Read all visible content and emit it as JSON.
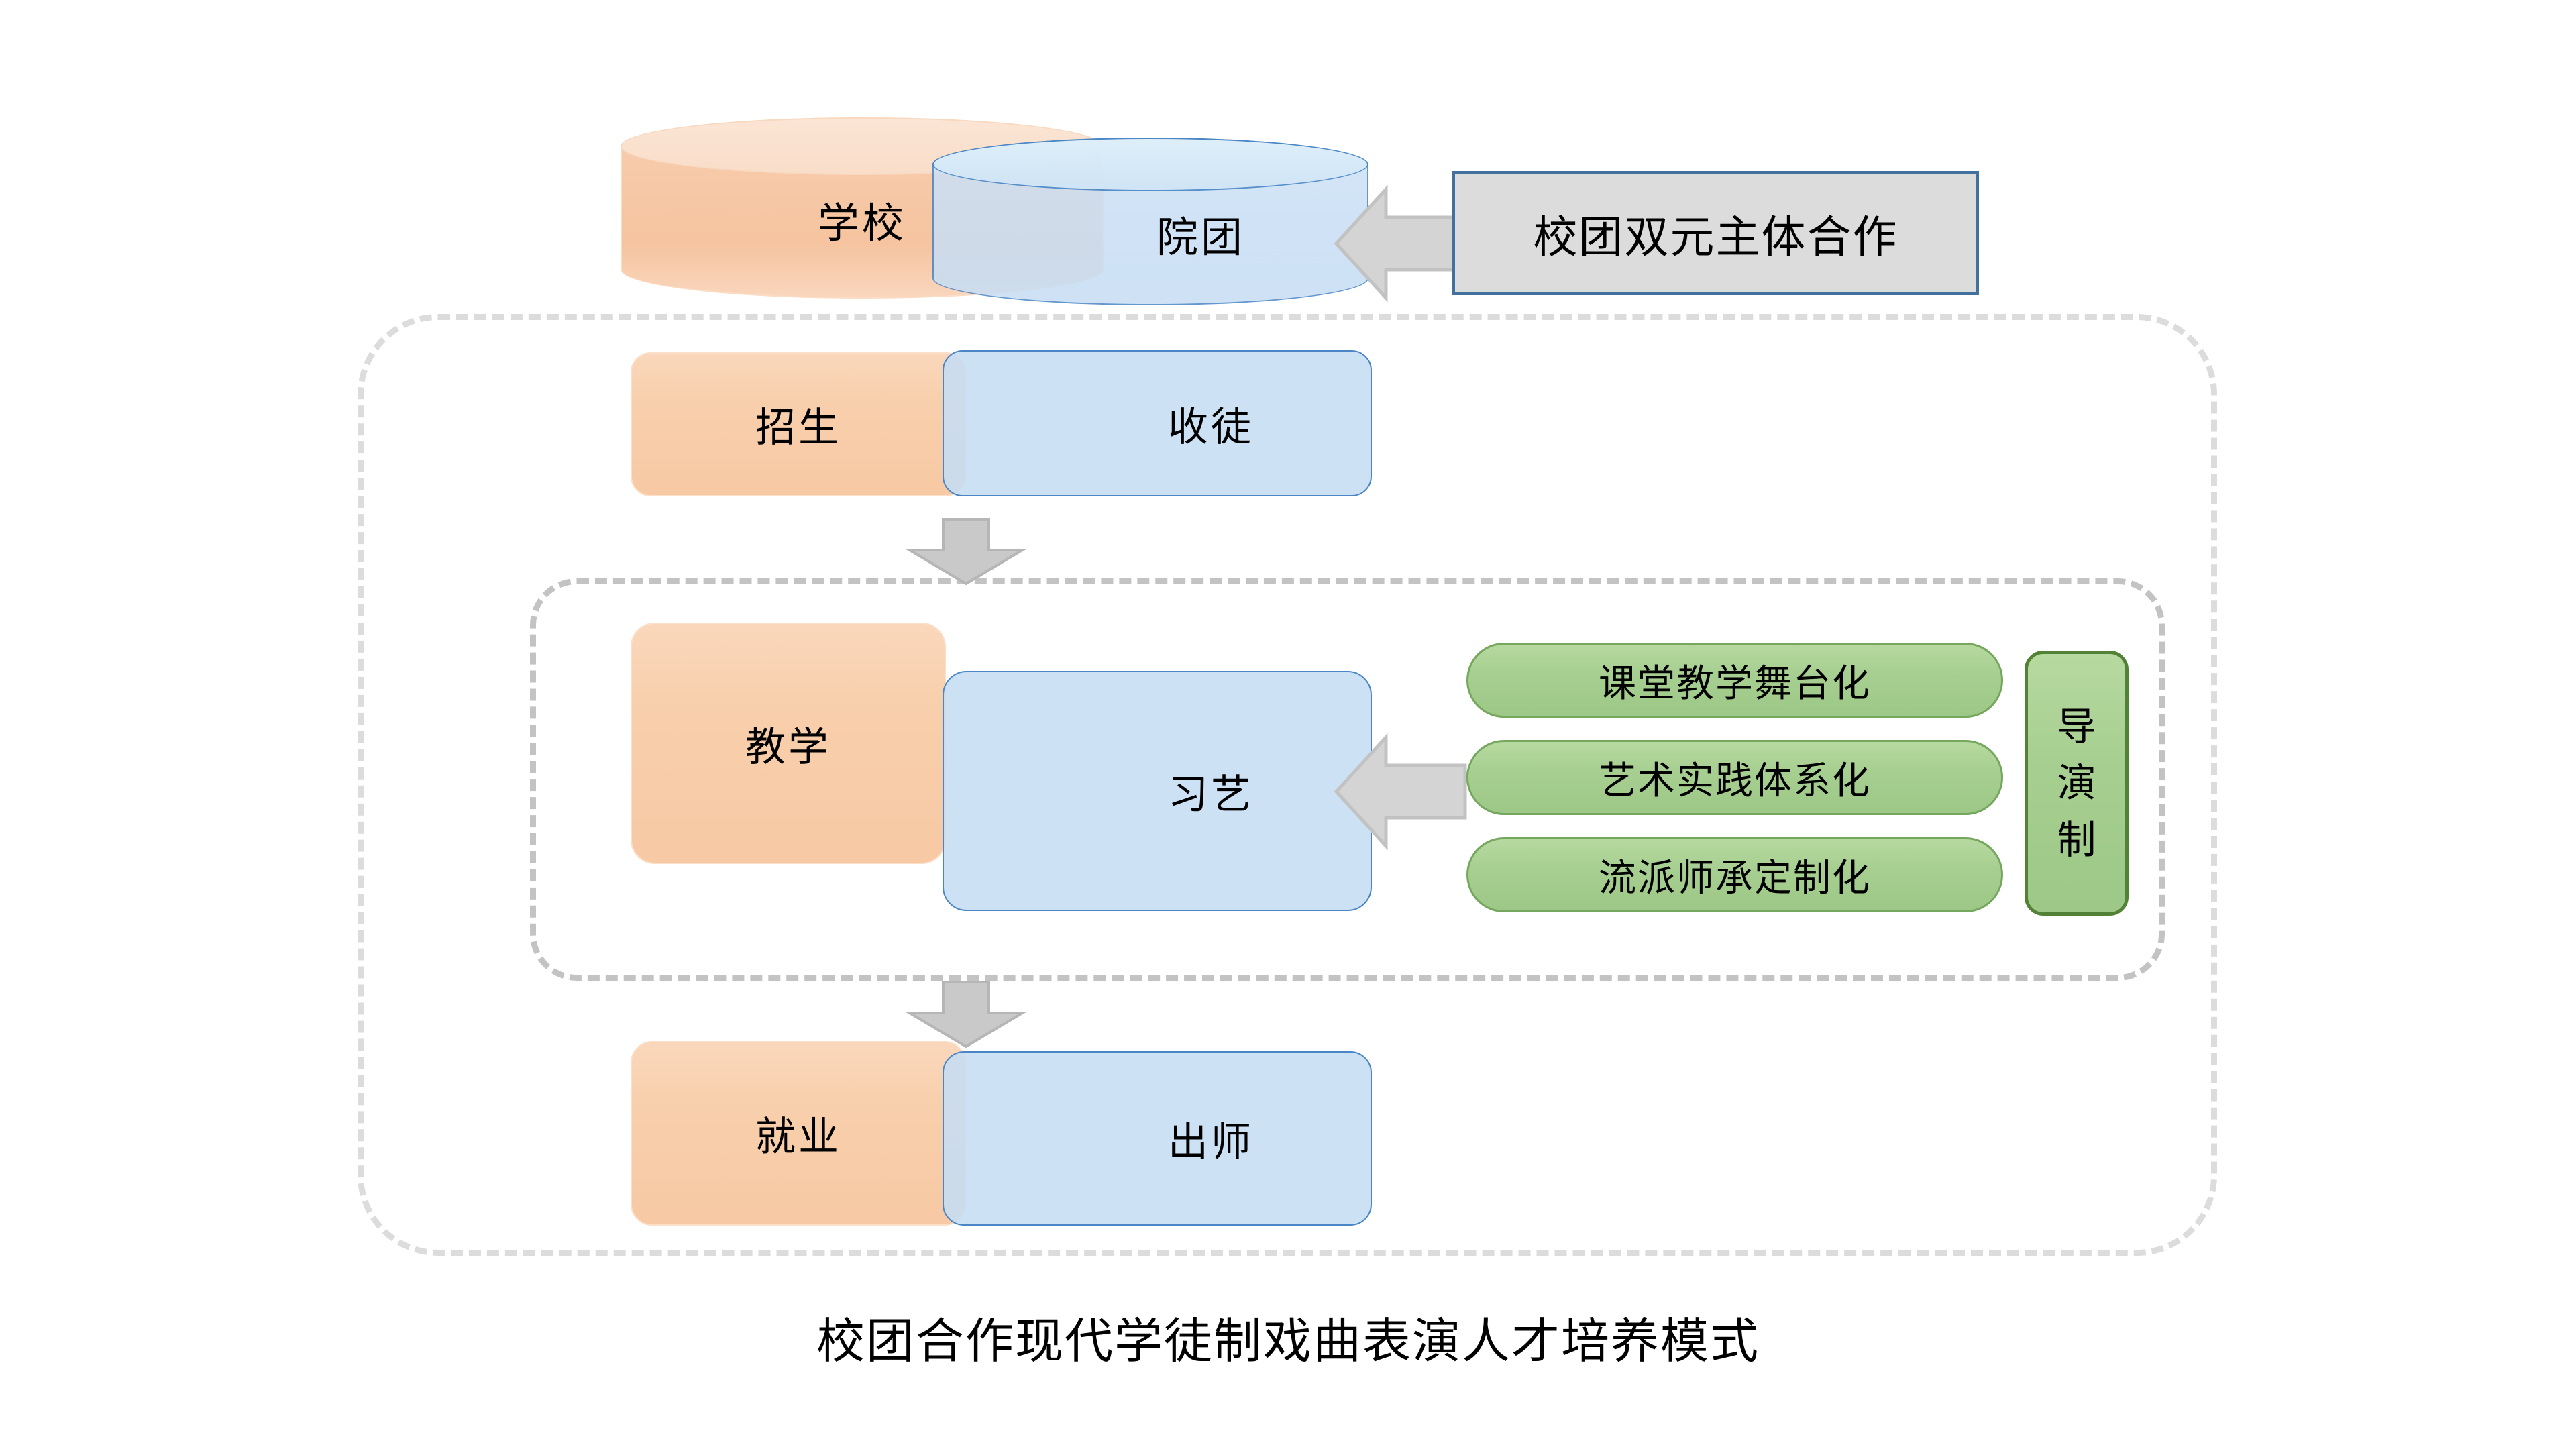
{
  "diagram": {
    "caption": "校团合作现代学徒制戏曲表演人才培养模式",
    "top_row": {
      "school_cylinder": "学校",
      "troupe_cylinder": "院团",
      "callout": "校团双元主体合作",
      "arrow": "left-arrow"
    },
    "stages": [
      {
        "school_label": "招生",
        "troupe_label": "收徒"
      },
      {
        "school_label": "教学",
        "troupe_label": "习艺"
      },
      {
        "school_label": "就业",
        "troupe_label": "出师"
      }
    ],
    "teaching_features": [
      "课堂教学舞台化",
      "艺术实践体系化",
      "流派师承定制化"
    ],
    "director_system": {
      "chars": [
        "导",
        "演",
        "制"
      ],
      "text": "导演制"
    },
    "flow_arrows": [
      "down-arrow-recruit-to-teach",
      "down-arrow-teach-to-employ"
    ],
    "colors": {
      "school_fill": "#f8cfac",
      "school_stroke": "#fcdfc8",
      "troupe_fill": "#c6ddf4",
      "troupe_stroke": "#4a86c5",
      "feature_fill": "#a6ce90",
      "feature_stroke": "#76a75e",
      "director_stroke": "#538135",
      "callout_fill": "#dcdcdc",
      "callout_stroke": "#41719c",
      "arrow_fill": "#d4d4d4",
      "dashed_outer": "#dcdcdc",
      "dashed_inner": "#c3c3c3",
      "background": "#ffffff"
    }
  }
}
